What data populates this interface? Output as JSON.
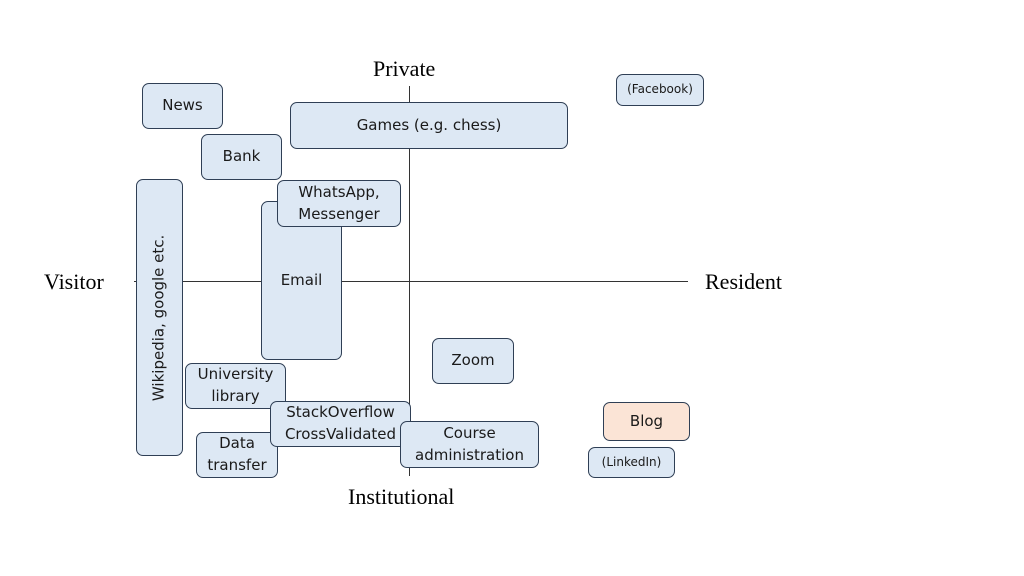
{
  "axes": {
    "top": "Private",
    "bottom": "Institutional",
    "left": "Visitor",
    "right": "Resident"
  },
  "items": {
    "news": "News",
    "bank": "Bank",
    "games": "Games (e.g. chess)",
    "facebook": "(Facebook)",
    "wikipedia": "Wikipedia, google etc.",
    "whatsapp_line1": "WhatsApp,",
    "whatsapp_line2": "Messenger",
    "email": "Email",
    "zoom": "Zoom",
    "university_line1": "University",
    "university_line2": "library",
    "stackoverflow_line1": "StackOverflow",
    "stackoverflow_line2": "CrossValidated",
    "data_transfer_line1": "Data",
    "data_transfer_line2": "transfer",
    "course_line1": "Course",
    "course_line2": "administration",
    "blog": "Blog",
    "linkedin": "(LinkedIn)"
  },
  "colors": {
    "box_fill": "#dde8f4",
    "box_border": "#2f3f55",
    "blog_fill": "#fbe4d6"
  }
}
